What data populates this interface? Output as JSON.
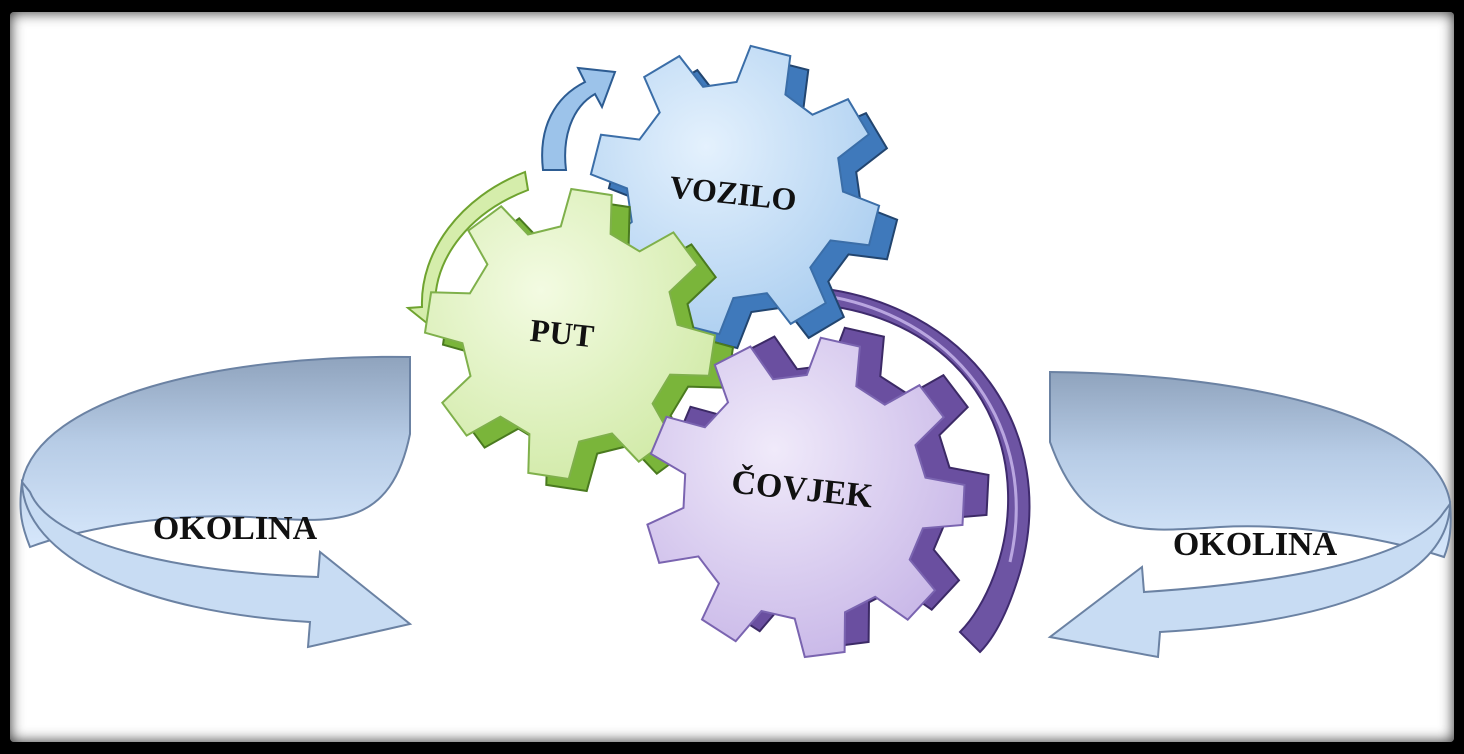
{
  "diagram": {
    "labels": {
      "vozilo": "VOZILO",
      "put": "PUT",
      "covjek": "ČOVJEK",
      "okolina_left": "OKOLINA",
      "okolina_right": "OKOLINA"
    },
    "colors": {
      "frame": "#000000",
      "background": "#ffffff",
      "vozilo_face": "#c9e1f7",
      "vozilo_side": "#4a86c7",
      "put_face": "#e6f5c4",
      "put_side": "#79b23a",
      "covjek_face": "#ddd1f0",
      "covjek_side": "#6a4fa0",
      "okolina_arrow_light": "#c4dcf6",
      "okolina_arrow_dark": "#8ea6c4"
    }
  }
}
